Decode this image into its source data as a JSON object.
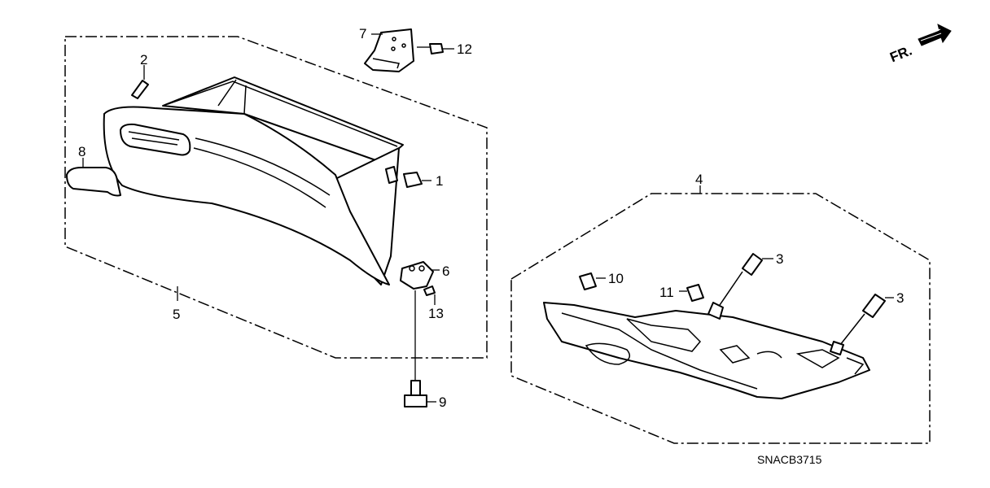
{
  "diagram": {
    "part_labels": {
      "p1": "1",
      "p2": "2",
      "p3a": "3",
      "p3b": "3",
      "p4": "4",
      "p5": "5",
      "p6": "6",
      "p7": "7",
      "p8": "8",
      "p9": "9",
      "p10": "10",
      "p11": "11",
      "p12": "12",
      "p13": "13"
    },
    "direction_marker": "FR.",
    "diagram_code": "SNACB3715"
  }
}
